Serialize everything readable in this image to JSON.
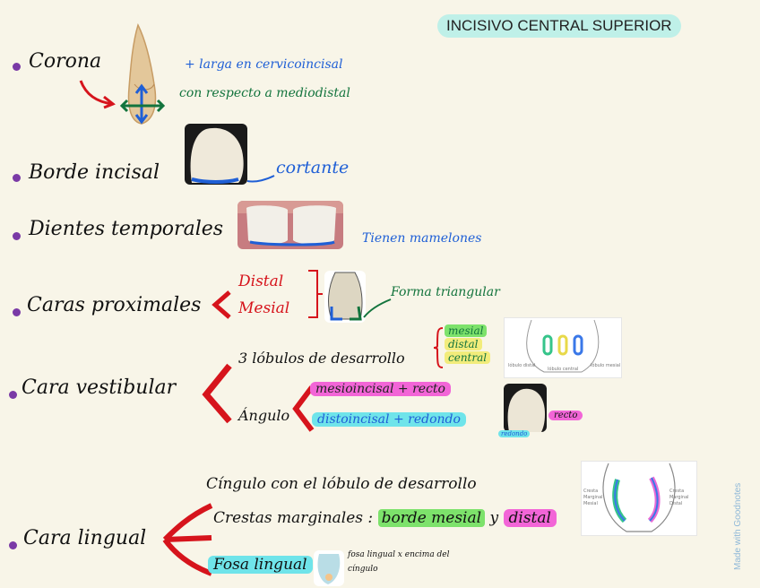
{
  "title": "INCISIVO CENTRAL SUPERIOR",
  "sections": {
    "corona": {
      "label": "Corona",
      "note1": "+ larga en cervicoincisal",
      "note2": "con respecto a mediodistal"
    },
    "borde": {
      "label": "Borde incisal",
      "note": "cortante"
    },
    "dientes": {
      "label": "Dientes temporales",
      "note": "Tienen mamelones"
    },
    "caras_prox": {
      "label": "Caras proximales",
      "distal": "Distal",
      "mesial": "Mesial",
      "forma": "Forma triangular"
    },
    "vestibular": {
      "label": "Cara vestibular",
      "lobulos": "3 lóbulos de desarrollo",
      "lob_mesial": "mesial",
      "lob_distal": "distal",
      "lob_central": "central",
      "angulo": "Ángulo",
      "ang_mesio": "mesioincisal + recto",
      "ang_disto": "distoincisal + redondo",
      "recto": "recto",
      "redondo": "redondo",
      "diag_labels": [
        "lóbulo distal",
        "lóbulo central",
        "lóbulo mesial"
      ]
    },
    "lingual": {
      "label": "Cara lingual",
      "cingulo": "Cíngulo con el lóbulo de desarrollo",
      "crestas_prefix": "Crestas marginales :",
      "crestas_mesial": "borde mesial",
      "crestas_y": "y",
      "crestas_distal": "distal",
      "fosa": "Fosa lingual",
      "fosa_note1": "fosa lingual x encima del",
      "fosa_note2": "cíngulo",
      "diag_left": [
        "Cresta",
        "Marginal",
        "Mesial"
      ],
      "diag_right": [
        "Cresta",
        "Marginal",
        "Distal"
      ]
    }
  },
  "watermark": "Made with Goodnotes",
  "colors": {
    "bullet": "#7a3aa6",
    "blue": "#1f5fd6",
    "green": "#13743d",
    "red": "#d6141c",
    "title_pill": "#bff0e8"
  }
}
